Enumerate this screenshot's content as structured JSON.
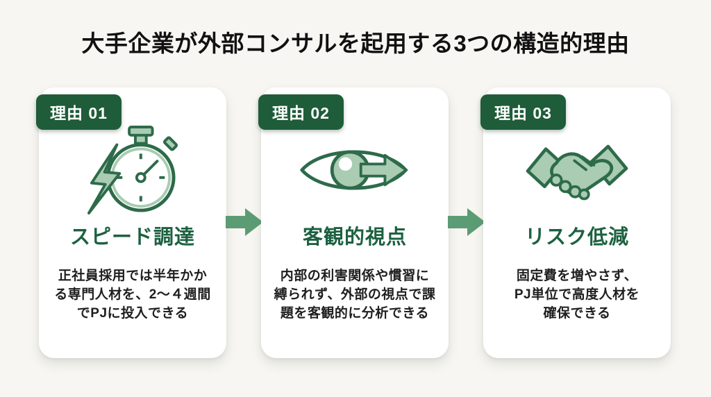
{
  "title": "大手企業が外部コンサルを起用する3つの構造的理由",
  "colors": {
    "background": "#f7f6f2",
    "card": "#ffffff",
    "badge_green": "#1f5c39",
    "heading_green": "#1c6140",
    "body_text": "#1e1e1e",
    "arrow_green": "#5b9c74",
    "icon_outline_green": "#2d6b4a",
    "icon_fill_green": "#a9ccb3"
  },
  "cards": [
    {
      "badge": "理由 01",
      "icon": "stopwatch-lightning-icon",
      "heading": "スピード調達",
      "body_lines": [
        "正社員採用では半年かか",
        "る専門人材を、2〜４週間",
        "でPJに投入できる"
      ]
    },
    {
      "badge": "理由 02",
      "icon": "eye-arrow-icon",
      "heading": "客観的視点",
      "body_lines": [
        "内部の利害関係や慣習に",
        "縛られず、外部の視点で課",
        "題を客観的に分析できる"
      ]
    },
    {
      "badge": "理由 03",
      "icon": "handshake-icon",
      "heading": "リスク低減",
      "body_lines": [
        "固定費を増やさず、",
        "PJ単位で高度人材を",
        "確保できる"
      ]
    }
  ],
  "connectors": [
    {
      "icon": "right-arrow-icon"
    },
    {
      "icon": "right-arrow-icon"
    }
  ]
}
